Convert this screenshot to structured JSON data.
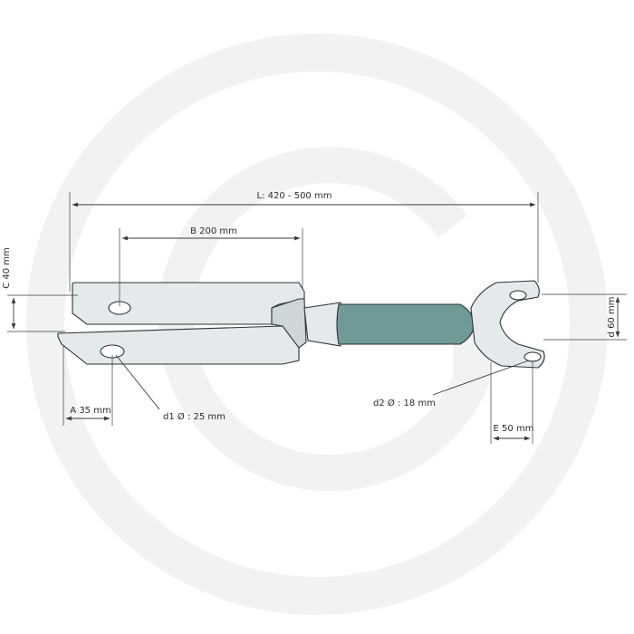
{
  "diagram": {
    "dimensions": {
      "length": "L: 420 - 500 mm",
      "b": "B 200 mm",
      "c": "C 40 mm",
      "a": "A 35 mm",
      "d1": "d1 Ø : 25 mm",
      "d2": "d2 Ø : 18 mm",
      "e": "E 50 mm",
      "d": "d 60 mm"
    },
    "colors": {
      "grip": "#6f9a97",
      "metal": "#e4e9eb",
      "watermark": "#f1f3f3"
    }
  }
}
